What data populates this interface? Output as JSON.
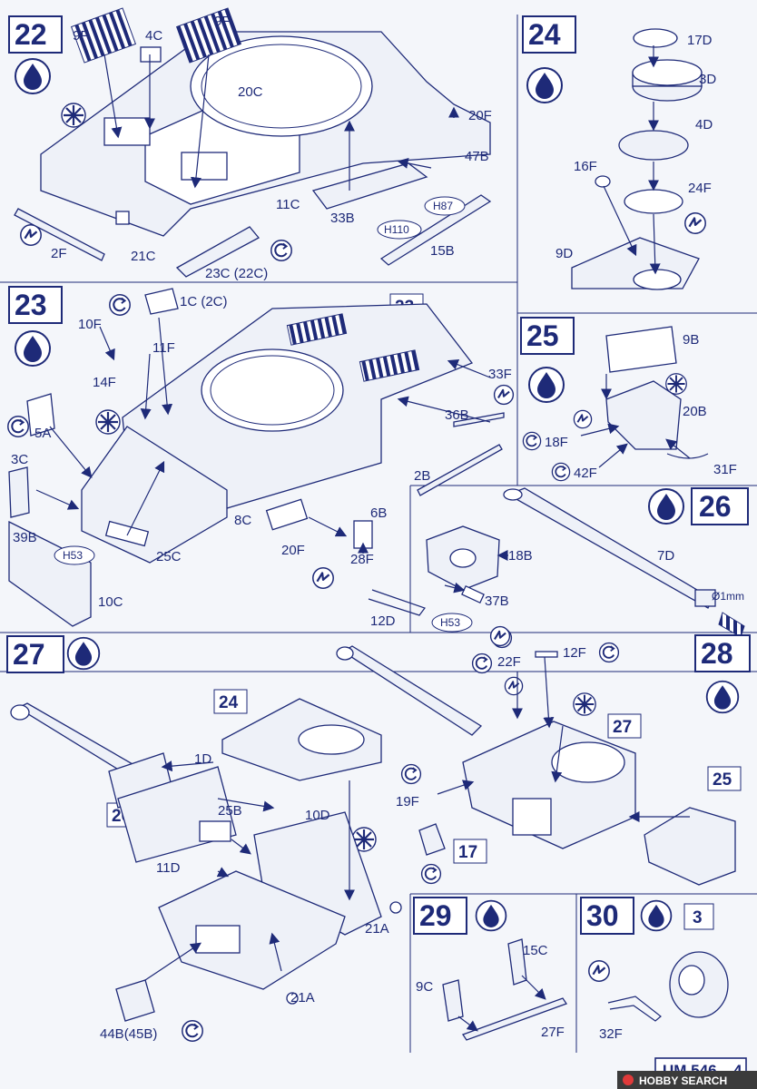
{
  "steps": {
    "s22": {
      "num": "22",
      "parts": [
        "9F",
        "4C",
        "9F",
        "20C",
        "20F",
        "47B",
        "11C",
        "33B",
        "H87",
        "H110",
        "15B",
        "2F",
        "21C",
        "23C (22C)"
      ]
    },
    "s23": {
      "num": "23",
      "ref": "23",
      "parts": [
        "1C (2C)",
        "10F",
        "11F",
        "14F",
        "33F",
        "36B",
        "5A",
        "3C",
        "2B",
        "8C",
        "6B",
        "39B",
        "H53",
        "25C",
        "20F",
        "28F",
        "10C"
      ]
    },
    "s24": {
      "num": "24",
      "parts": [
        "17D",
        "3D",
        "4D",
        "16F",
        "24F",
        "9D"
      ]
    },
    "s25": {
      "num": "25",
      "parts": [
        "9B",
        "20B",
        "18F",
        "42F",
        "31F"
      ]
    },
    "s26": {
      "num": "26",
      "parts": [
        "7D",
        "Ø1mm",
        "18B",
        "37B",
        "H53",
        "12D"
      ]
    },
    "s27": {
      "num": "27",
      "refs": [
        "24",
        "26"
      ],
      "parts": [
        "1D",
        "25B",
        "10D",
        "11D",
        "21A",
        "21A",
        "44B(45B)"
      ]
    },
    "s28": {
      "num": "28",
      "refs": [
        "27",
        "25",
        "17"
      ],
      "parts": [
        "22F",
        "12F",
        "19F"
      ]
    },
    "s29": {
      "num": "29",
      "parts": [
        "15C",
        "9C",
        "27F"
      ]
    },
    "s30": {
      "num": "30",
      "ref": "3",
      "parts": [
        "32F"
      ]
    }
  },
  "footer": {
    "code": "UM 546",
    "page": "4",
    "watermark": "HOBBY SEARCH"
  },
  "colors": {
    "ink": "#1e2a78",
    "paper": "#f4f6fa"
  }
}
